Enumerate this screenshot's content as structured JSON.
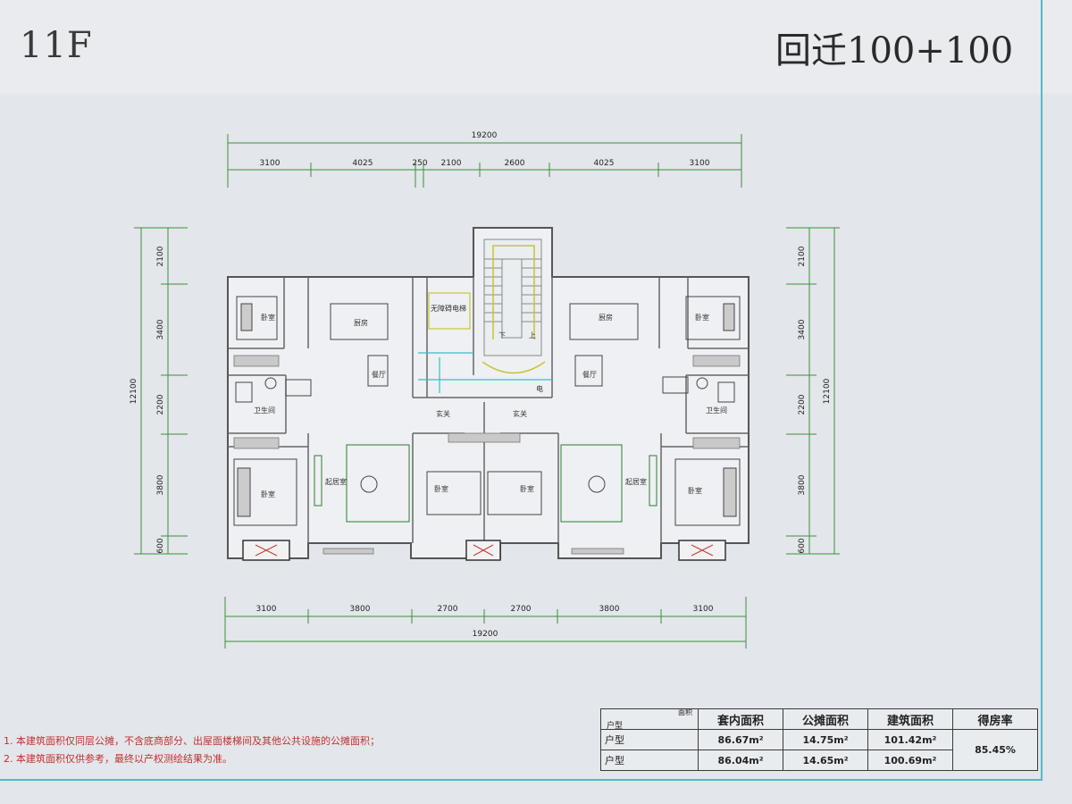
{
  "header": {
    "floor": "11F",
    "project": "回迁100+100"
  },
  "dimensions": {
    "top_total": "19200",
    "top_segments": [
      "3100",
      "4025",
      "250",
      "2100",
      "2600",
      "4025",
      "3100"
    ],
    "bottom_total": "19200",
    "bottom_segments": [
      "3100",
      "3800",
      "2700",
      "2700",
      "3800",
      "3100"
    ],
    "left_total": "12100",
    "left_segments": [
      "2100",
      "3400",
      "2200",
      "3800",
      "600"
    ],
    "right_total": "12100",
    "right_segments": [
      "2100",
      "3400",
      "2200",
      "3800",
      "600"
    ]
  },
  "rooms": {
    "bedroom": "卧室",
    "kitchen": "厨房",
    "dining": "餐厅",
    "bathroom": "卫生间",
    "living": "起居室",
    "entry": "玄关",
    "stair_down": "下",
    "stair_up": "上",
    "elevator": "无障碍电梯",
    "elec": "电"
  },
  "notes": [
    "本建筑面积仅同层公摊，不含底商部分、出屋面楼梯间及其他公共设施的公摊面积；",
    "本建筑面积仅供参考，最终以产权测绘结果为准。"
  ],
  "area_table": {
    "corner_top": "面积",
    "corner_bottom": "户型",
    "headers": [
      "套内面积",
      "公摊面积",
      "建筑面积",
      "得房率"
    ],
    "rows": [
      {
        "type": "户型",
        "inner": "86.67m²",
        "shared": "14.75m²",
        "total": "101.42m²"
      },
      {
        "type": "户型",
        "inner": "86.04m²",
        "shared": "14.65m²",
        "total": "100.69m²"
      }
    ],
    "ratio": "85.45%"
  }
}
